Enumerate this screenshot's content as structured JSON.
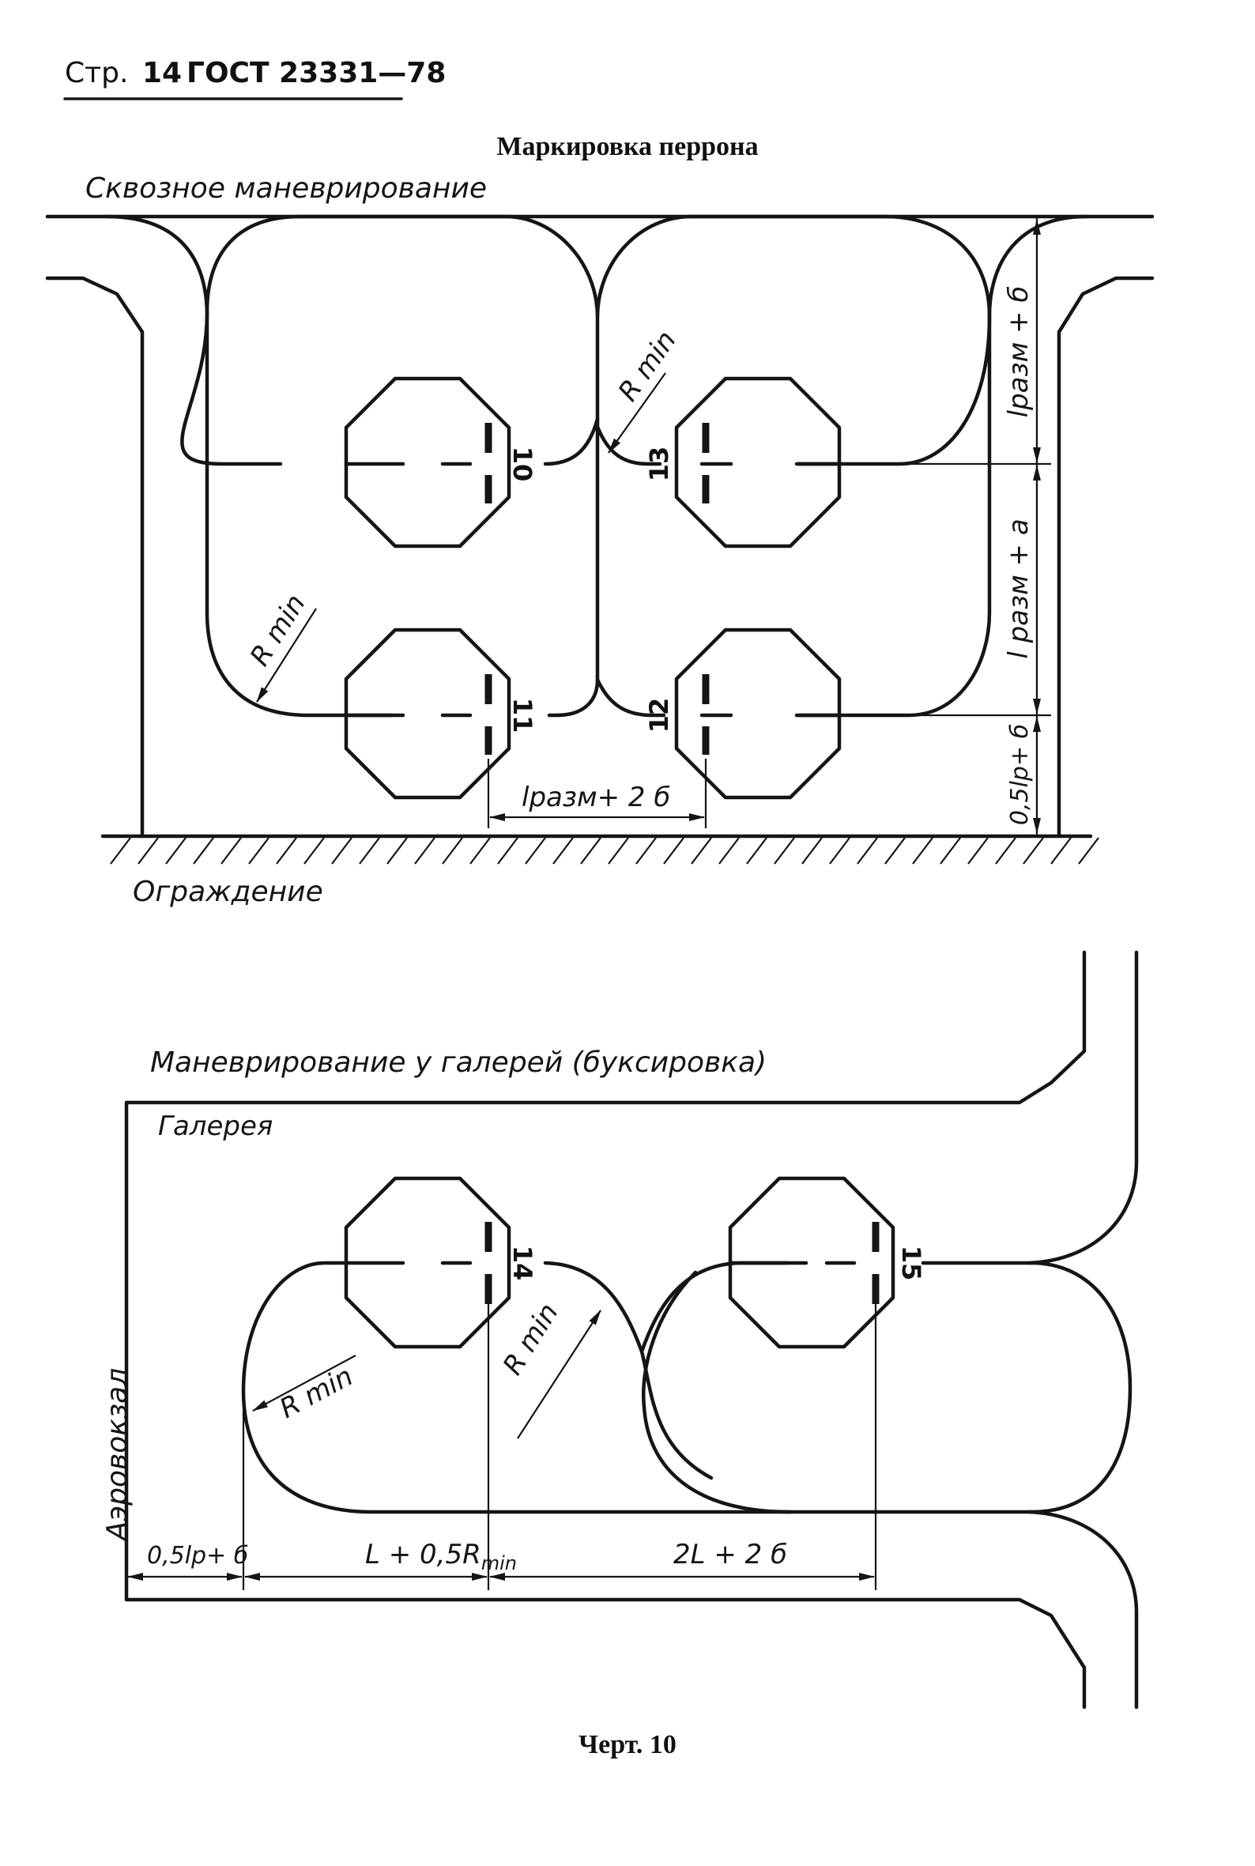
{
  "header": {
    "page_prefix": "Стр.",
    "page_number": "14",
    "standard": "ГОСТ 23331—78"
  },
  "title": "Маркировка перрона",
  "top_diagram": {
    "caption": "Сквозное маневрирование",
    "fence_label": "Ограждение",
    "radius_label": "R min",
    "stand_numbers": [
      "10",
      "13",
      "11",
      "12"
    ],
    "dim_horizontal": "lразм+ 2 б",
    "dim_right_top": "lразм + б",
    "dim_right_mid": "l разм + а",
    "dim_right_bottom": "0,5lр+ б"
  },
  "bottom_diagram": {
    "caption": "Маневрирование у галерей  (буксировка)",
    "gallery_label": "Галерея",
    "terminal_label": "Аэровокзал",
    "radius_label": "R min",
    "stand_numbers": [
      "14",
      "15"
    ],
    "dim_1": "0,5lр+ б",
    "dim_2_main": "L + 0,5R",
    "dim_2_sub": "min",
    "dim_3": "2L + 2 б"
  },
  "footer": "Черт. 10"
}
